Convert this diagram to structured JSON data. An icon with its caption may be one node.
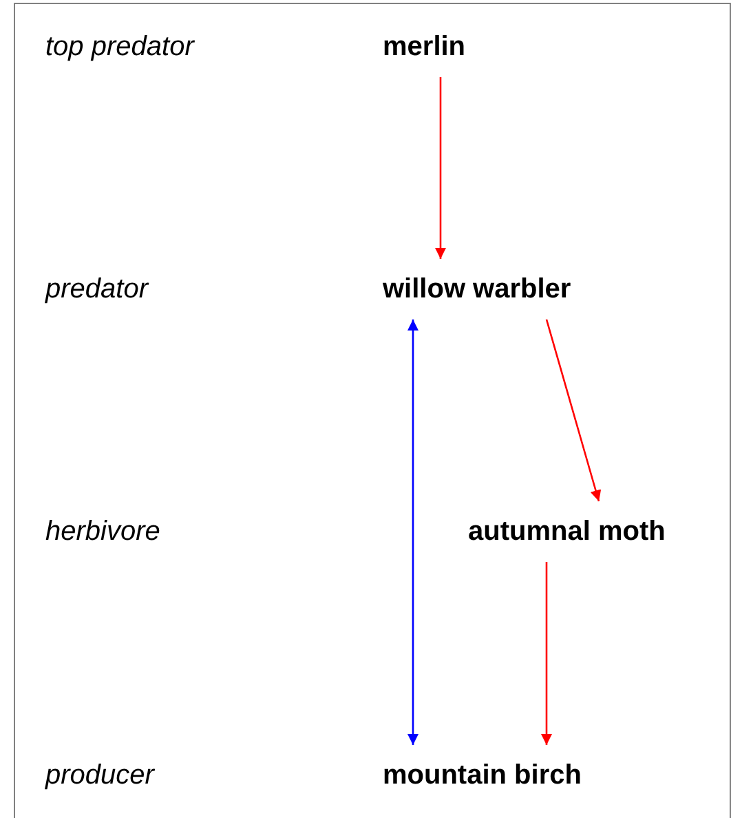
{
  "diagram": {
    "nodes": [
      {
        "text": [
          "merlin"
        ]
      },
      {
        "text": [
          "willow warbler"
        ]
      },
      {
        "text": [
          "autumnal moth"
        ]
      },
      {
        "text": [
          "mountain birch"
        ]
      }
    ],
    "edges": [
      {
        "from": 0,
        "to": 1,
        "arrow": "to"
      },
      {
        "from": 1,
        "to": 2,
        "arrow": "to"
      },
      {
        "from": 2,
        "to": 3,
        "arrow": "to"
      },
      {
        "from": 1,
        "to": 3,
        "arrow": "both",
        "color": "#0000ff"
      }
    ],
    "labels": [
      "top predator",
      "predator",
      "herbivore",
      "producer"
    ]
  }
}
